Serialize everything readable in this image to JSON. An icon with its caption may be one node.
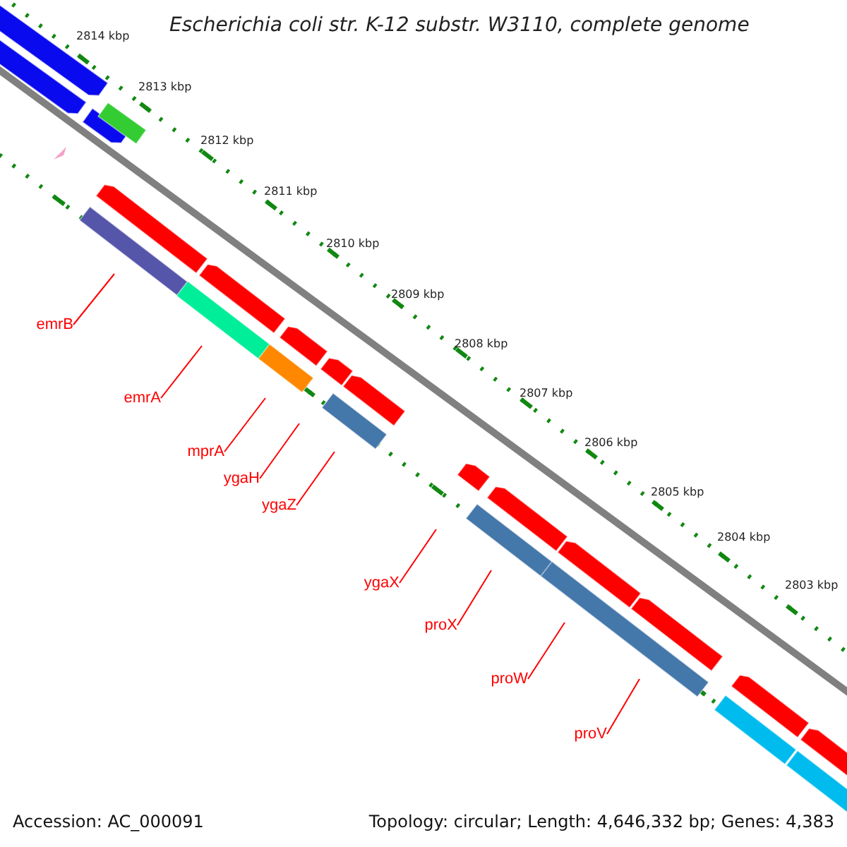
{
  "diagram": {
    "title": "Escherichia coli str. K-12 substr. W3110, complete genome",
    "nodes": [
      {
        "text": [
          "emrB"
        ]
      },
      {
        "text": [
          "emrA"
        ]
      },
      {
        "text": [
          "mprA"
        ]
      },
      {
        "text": [
          "ygaH"
        ]
      },
      {
        "text": [
          "ygaZ"
        ]
      },
      {
        "text": [
          "ygaX"
        ]
      },
      {
        "text": [
          "proX"
        ]
      },
      {
        "text": [
          "proW"
        ]
      },
      {
        "text": [
          "proV"
        ]
      }
    ],
    "edges": [
      {
        "from": 0,
        "to": null,
        "arrow": "none"
      },
      {
        "from": 1,
        "to": null,
        "arrow": "none"
      },
      {
        "from": 2,
        "to": null,
        "arrow": "none"
      },
      {
        "from": 3,
        "to": null,
        "arrow": "none"
      },
      {
        "from": 4,
        "to": null,
        "arrow": "none"
      },
      {
        "from": 5,
        "to": null,
        "arrow": "none"
      },
      {
        "from": 6,
        "to": null,
        "arrow": "none"
      },
      {
        "from": 7,
        "to": null,
        "arrow": "none"
      },
      {
        "from": 8,
        "to": null,
        "arrow": "none"
      }
    ],
    "labels": [
      "2814 kbp",
      "2813 kbp",
      "2812 kbp",
      "2811 kbp",
      "2810 kbp",
      "2809 kbp",
      "2808 kbp",
      "2807 kbp",
      "2806 kbp",
      "2805 kbp",
      "2804 kbp",
      "2803 kbp",
      "Accession: AC_000091",
      "Topology: circular; Length: 4,646,332 bp; Genes: 4,383"
    ]
  }
}
